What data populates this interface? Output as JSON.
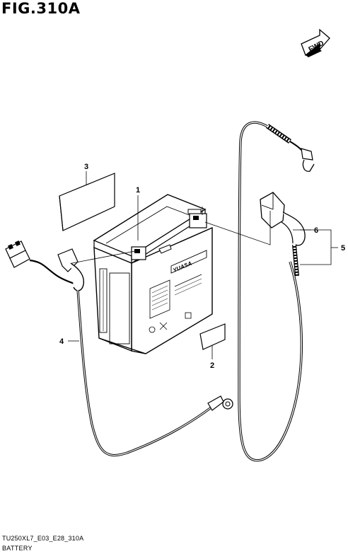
{
  "figure": {
    "title": "FIG.310A",
    "code": "TU250XL7_E03_E28_310A",
    "caption": "BATTERY"
  },
  "direction_badge": {
    "label": "FWD",
    "icon": "forward-arrow-icon"
  },
  "battery_brand": "YUASA",
  "callouts": [
    {
      "id": "1",
      "label": "1"
    },
    {
      "id": "2",
      "label": "2"
    },
    {
      "id": "3",
      "label": "3"
    },
    {
      "id": "4",
      "label": "4"
    },
    {
      "id": "5",
      "label": "5"
    },
    {
      "id": "6",
      "label": "6"
    }
  ]
}
